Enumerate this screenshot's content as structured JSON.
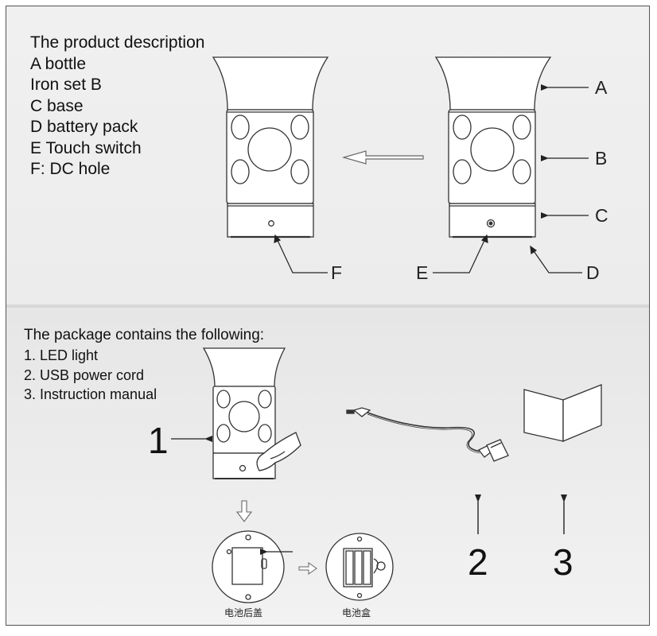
{
  "product_description": {
    "title": "The product description",
    "items": [
      "A bottle",
      "Iron set B",
      "C base",
      "D battery pack",
      "E Touch switch",
      "F: DC hole"
    ]
  },
  "callouts": {
    "a": "A",
    "b": "B",
    "c": "C",
    "d": "D",
    "e": "E",
    "f": "F"
  },
  "package": {
    "title": "The package contains the following:",
    "items": [
      "1. LED light",
      "2. USB power cord",
      "3. Instruction manual"
    ],
    "numbers": [
      "1",
      "2",
      "3"
    ]
  },
  "battery": {
    "cover_label": "电池后盖",
    "box_label": "电池盒"
  }
}
